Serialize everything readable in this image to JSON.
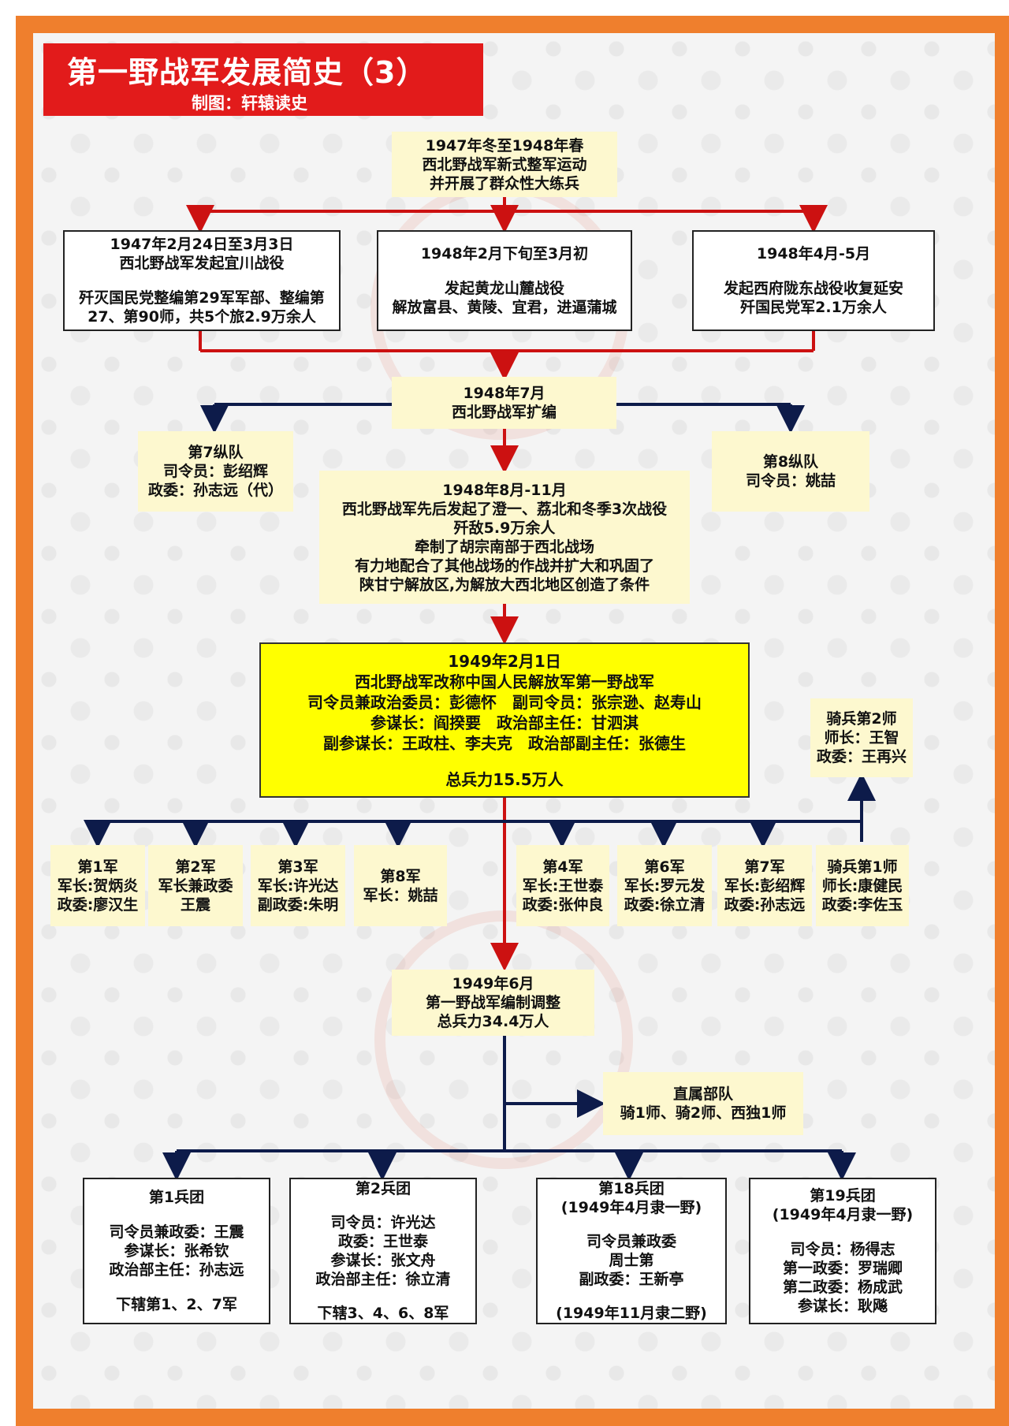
{
  "header": {
    "title": "第一野战军发展简史（3）",
    "subtitle": "制图：轩辕读史"
  },
  "nodes": {
    "n1947": {
      "lines": [
        "1947年冬至1948年春",
        "西北野战军新式整军运动",
        "并开展了群众性大练兵"
      ]
    },
    "yichuan": {
      "lines": [
        "1947年2月24日至3月3日",
        "西北野战军发起宜川战役",
        "",
        "歼灭国民党整编第29军军部、整编第",
        "27、第90师，共5个旅2.9万余人"
      ]
    },
    "huanglong": {
      "lines": [
        "1948年2月下旬至3月初",
        "",
        "发起黄龙山麓战役",
        "解放富县、黄陵、宜君，进逼蒲城"
      ]
    },
    "xifu": {
      "lines": [
        "1948年4月-5月",
        "",
        "发起西府陇东战役收复延安",
        "歼国民党军2.1万余人"
      ]
    },
    "kuobian": {
      "lines": [
        "1948年7月",
        "西北野战军扩编"
      ]
    },
    "z7": {
      "lines": [
        "第7纵队",
        "司令员：彭绍辉",
        "政委：孙志远（代）"
      ]
    },
    "z8": {
      "lines": [
        "第8纵队",
        "司令员：姚喆"
      ]
    },
    "campaigns": {
      "lines": [
        "1948年8月-11月",
        "西北野战军先后发起了澄一、荔北和冬季3次战役",
        "歼敌5.9万余人",
        "牵制了胡宗南部于西北战场",
        "有力地配合了其他战场的作战并扩大和巩固了",
        "陕甘宁解放区,为解放大西北地区创造了条件"
      ]
    },
    "rename": {
      "lines": [
        "1949年2月1日",
        "西北野战军改称中国人民解放军第一野战军",
        "司令员兼政治委员：彭德怀　副司令员：张宗逊、赵寿山",
        "参谋长：阎揆要　政治部主任：甘泗淇",
        "副参谋长：王政柱、李夫克　政治部副主任：张德生",
        "",
        "总兵力15.5万人"
      ]
    },
    "cav2": {
      "lines": [
        "骑兵第2师",
        "师长：王智",
        "政委：王再兴"
      ]
    },
    "a1": {
      "lines": [
        "第1军",
        "军长:贺炳炎",
        "政委:廖汉生"
      ]
    },
    "a2": {
      "lines": [
        "第2军",
        "军长兼政委",
        "王震"
      ]
    },
    "a3": {
      "lines": [
        "第3军",
        "军长:许光达",
        "副政委:朱明"
      ]
    },
    "a8": {
      "lines": [
        "第8军",
        "军长：姚喆"
      ]
    },
    "a4": {
      "lines": [
        "第4军",
        "军长:王世泰",
        "政委:张仲良"
      ]
    },
    "a6": {
      "lines": [
        "第6军",
        "军长:罗元发",
        "政委:徐立清"
      ]
    },
    "a7": {
      "lines": [
        "第7军",
        "军长:彭绍辉",
        "政委:孙志远"
      ]
    },
    "cav1": {
      "lines": [
        "骑兵第1师",
        "师长:康健民",
        "政委:李佐玉"
      ]
    },
    "june": {
      "lines": [
        "1949年6月",
        "第一野战军编制调整",
        "总兵力34.4万人"
      ]
    },
    "direct": {
      "lines": [
        "直属部队",
        "骑1师、骑2师、西独1师"
      ]
    },
    "g1": {
      "lines": [
        "第1兵团",
        "",
        "司令员兼政委：王震",
        "参谋长：张希钦",
        "政治部主任：孙志远",
        "",
        "下辖第1、2、7军"
      ]
    },
    "g2": {
      "lines": [
        "第2兵团",
        "",
        "司令员：许光达",
        "政委：王世泰",
        "参谋长：张文舟",
        "政治部主任：徐立清",
        "",
        "下辖3、4、6、8军"
      ]
    },
    "g18": {
      "lines": [
        "第18兵团",
        "(1949年4月隶一野)",
        "",
        "司令员兼政委",
        "周士第",
        "副政委：王新亭",
        "",
        "(1949年11月隶二野)"
      ]
    },
    "g19": {
      "lines": [
        "第19兵团",
        "(1949年4月隶一野)",
        "",
        "司令员：杨得志",
        "第一政委：罗瑞卿",
        "第二政委：杨成武",
        "参谋长：耿飚"
      ]
    }
  },
  "colors": {
    "red": "#cc1111",
    "navy": "#0d1b4a",
    "orange": "#ef7f2d",
    "cream": "#fdf8cf",
    "yellow": "#ffff00"
  }
}
